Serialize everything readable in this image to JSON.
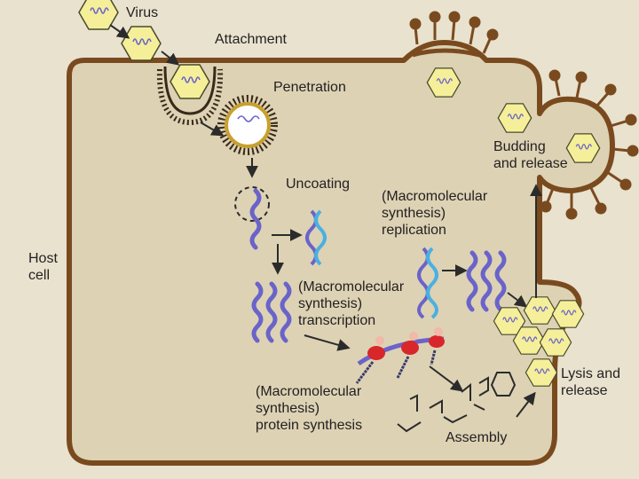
{
  "labels": {
    "virus": "Virus",
    "attachment": "Attachment",
    "penetration": "Penetration",
    "uncoating": "Uncoating",
    "host_cell": "Host\ncell",
    "replication": "(Macromolecular\nsynthesis)\nreplication",
    "transcription": "(Macromolecular\nsynthesis)\ntranscription",
    "protein_synthesis": "(Macromolecular\nsynthesis)\nprotein synthesis",
    "assembly": "Assembly",
    "budding": "Budding\nand release",
    "lysis": "Lysis and\nrelease"
  },
  "colors": {
    "background": "#e8e2cf",
    "cytoplasm": "#ddd2b4",
    "membrane": "#7a4a1f",
    "capsid": "#f5ef9a",
    "nucleic_acid": "#6a63c9",
    "ribosome": "#d8262b",
    "arrow": "#2b2b2b"
  }
}
